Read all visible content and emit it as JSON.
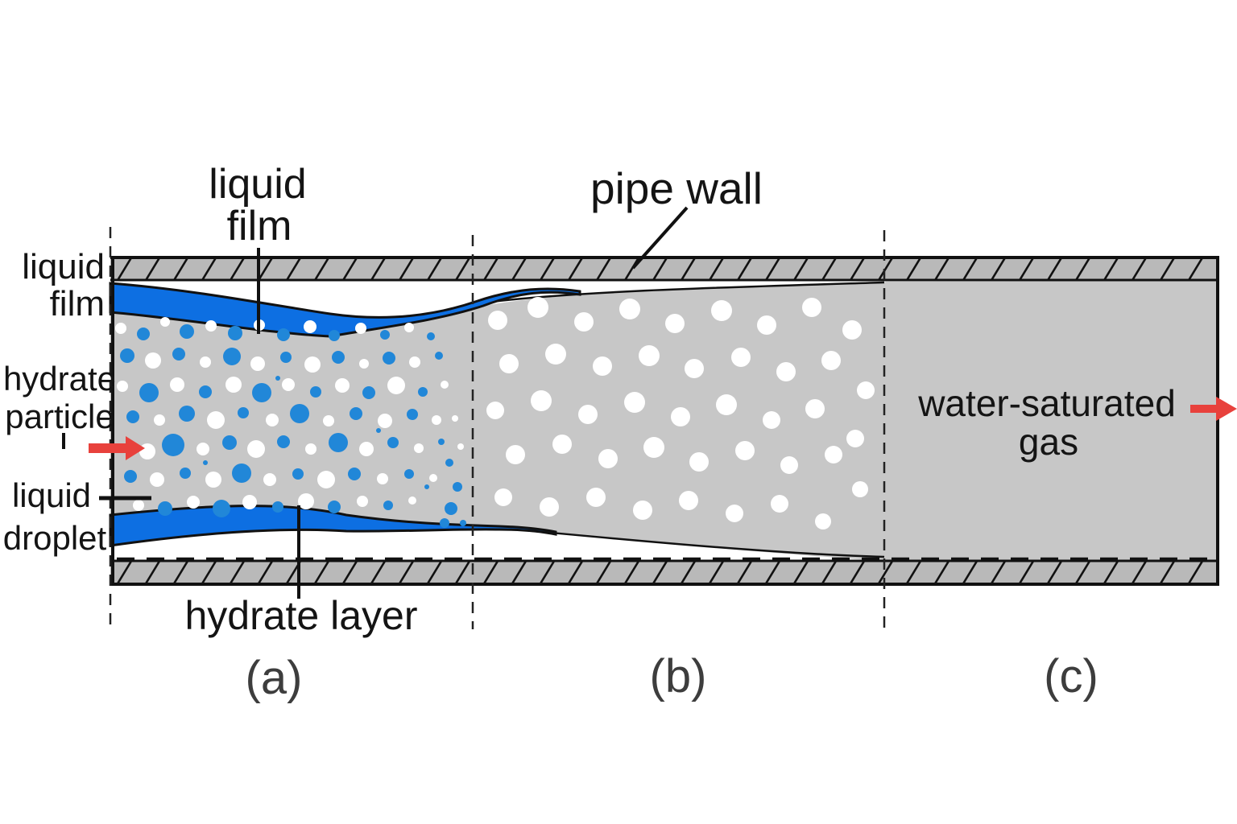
{
  "diagram": {
    "title_labels": {
      "liquid_film_top_1": "liquid",
      "liquid_film_top_2": "film",
      "pipe_wall": "pipe wall",
      "liquid_film_left_1": "liquid",
      "liquid_film_left_2": "film",
      "hydrate_particle_1": "hydrate",
      "hydrate_particle_2": "particle",
      "liquid_droplet_1": "liquid",
      "liquid_droplet_2": "droplet",
      "hydrate_layer": "hydrate layer",
      "water_saturated_gas_1": "water-saturated",
      "water_saturated_gas_2": "gas",
      "section_a": "(a)",
      "section_b": "(b)",
      "section_c": "(c)"
    },
    "colors": {
      "liquid_blue": "#0d6fe2",
      "particle_blue": "#2187d8",
      "droplet_white": "#ffffff",
      "gas_gray": "#c7c7c7",
      "wall_gray": "#b9b9b9",
      "arrow_red": "#e8413c",
      "outline_black": "#111111"
    },
    "particles_a": [
      [
        150,
        408,
        7,
        "w"
      ],
      [
        178,
        415,
        8,
        "b"
      ],
      [
        205,
        400,
        6,
        "w"
      ],
      [
        232,
        412,
        9,
        "b"
      ],
      [
        262,
        405,
        7,
        "w"
      ],
      [
        292,
        414,
        9,
        "b"
      ],
      [
        322,
        404,
        7,
        "w"
      ],
      [
        352,
        416,
        8,
        "b"
      ],
      [
        385,
        406,
        8,
        "w"
      ],
      [
        415,
        417,
        7,
        "b"
      ],
      [
        448,
        408,
        7,
        "w"
      ],
      [
        478,
        416,
        6,
        "b"
      ],
      [
        508,
        407,
        6,
        "w"
      ],
      [
        535,
        418,
        5,
        "b"
      ],
      [
        158,
        442,
        9,
        "b"
      ],
      [
        190,
        448,
        10,
        "w"
      ],
      [
        222,
        440,
        8,
        "b"
      ],
      [
        255,
        450,
        7,
        "w"
      ],
      [
        288,
        443,
        11,
        "b"
      ],
      [
        320,
        452,
        9,
        "w"
      ],
      [
        355,
        444,
        7,
        "b"
      ],
      [
        388,
        453,
        10,
        "w"
      ],
      [
        420,
        444,
        8,
        "b"
      ],
      [
        452,
        452,
        6,
        "w"
      ],
      [
        483,
        445,
        8,
        "b"
      ],
      [
        515,
        450,
        7,
        "w"
      ],
      [
        545,
        442,
        5,
        "b"
      ],
      [
        152,
        480,
        7,
        "w"
      ],
      [
        185,
        488,
        12,
        "b"
      ],
      [
        220,
        478,
        9,
        "w"
      ],
      [
        255,
        487,
        8,
        "b"
      ],
      [
        290,
        478,
        10,
        "w"
      ],
      [
        325,
        488,
        12,
        "b"
      ],
      [
        358,
        478,
        8,
        "w"
      ],
      [
        392,
        487,
        7,
        "b"
      ],
      [
        425,
        479,
        9,
        "w"
      ],
      [
        458,
        488,
        8,
        "b"
      ],
      [
        492,
        479,
        11,
        "w"
      ],
      [
        525,
        487,
        6,
        "b"
      ],
      [
        552,
        478,
        5,
        "w"
      ],
      [
        165,
        518,
        8,
        "b"
      ],
      [
        198,
        522,
        7,
        "w"
      ],
      [
        232,
        514,
        10,
        "b"
      ],
      [
        268,
        522,
        11,
        "w"
      ],
      [
        302,
        513,
        7,
        "b"
      ],
      [
        338,
        522,
        8,
        "w"
      ],
      [
        372,
        514,
        12,
        "b"
      ],
      [
        408,
        523,
        7,
        "w"
      ],
      [
        442,
        514,
        8,
        "b"
      ],
      [
        478,
        523,
        9,
        "w"
      ],
      [
        512,
        515,
        7,
        "b"
      ],
      [
        542,
        522,
        6,
        "w"
      ],
      [
        183,
        561,
        10,
        "w"
      ],
      [
        215,
        553,
        14,
        "b"
      ],
      [
        252,
        558,
        8,
        "w"
      ],
      [
        285,
        550,
        9,
        "b"
      ],
      [
        318,
        558,
        11,
        "w"
      ],
      [
        352,
        549,
        8,
        "b"
      ],
      [
        386,
        558,
        7,
        "w"
      ],
      [
        420,
        550,
        12,
        "b"
      ],
      [
        455,
        558,
        9,
        "w"
      ],
      [
        488,
        550,
        7,
        "b"
      ],
      [
        520,
        557,
        6,
        "w"
      ],
      [
        548,
        549,
        4,
        "b"
      ],
      [
        162,
        592,
        8,
        "b"
      ],
      [
        195,
        596,
        9,
        "w"
      ],
      [
        230,
        588,
        7,
        "b"
      ],
      [
        265,
        596,
        10,
        "w"
      ],
      [
        300,
        588,
        12,
        "b"
      ],
      [
        335,
        596,
        8,
        "w"
      ],
      [
        370,
        589,
        7,
        "b"
      ],
      [
        405,
        596,
        11,
        "w"
      ],
      [
        440,
        589,
        8,
        "b"
      ],
      [
        475,
        595,
        7,
        "w"
      ],
      [
        508,
        589,
        6,
        "b"
      ],
      [
        538,
        594,
        5,
        "w"
      ],
      [
        172,
        628,
        7,
        "w"
      ],
      [
        205,
        632,
        9,
        "b"
      ],
      [
        240,
        624,
        8,
        "w"
      ],
      [
        275,
        632,
        11,
        "b"
      ],
      [
        310,
        624,
        9,
        "w"
      ],
      [
        345,
        630,
        7,
        "b"
      ],
      [
        380,
        623,
        10,
        "w"
      ],
      [
        415,
        630,
        8,
        "b"
      ],
      [
        450,
        623,
        7,
        "w"
      ],
      [
        482,
        628,
        6,
        "b"
      ],
      [
        512,
        622,
        5,
        "w"
      ],
      [
        558,
        575,
        5,
        "b"
      ],
      [
        568,
        605,
        6,
        "b"
      ],
      [
        560,
        632,
        8,
        "b"
      ],
      [
        552,
        650,
        6,
        "b"
      ],
      [
        575,
        650,
        4,
        "b"
      ],
      [
        345,
        470,
        3,
        "b"
      ],
      [
        470,
        535,
        3,
        "b"
      ],
      [
        255,
        575,
        3,
        "b"
      ],
      [
        530,
        605,
        3,
        "b"
      ],
      [
        565,
        520,
        4,
        "w"
      ],
      [
        572,
        555,
        4,
        "w"
      ]
    ],
    "droplets_b": [
      [
        618,
        398,
        12
      ],
      [
        668,
        382,
        13
      ],
      [
        725,
        400,
        12
      ],
      [
        782,
        384,
        13
      ],
      [
        838,
        402,
        12
      ],
      [
        896,
        386,
        13
      ],
      [
        952,
        404,
        12
      ],
      [
        1008,
        382,
        12
      ],
      [
        1058,
        410,
        12
      ],
      [
        632,
        452,
        12
      ],
      [
        690,
        440,
        13
      ],
      [
        748,
        455,
        12
      ],
      [
        806,
        442,
        13
      ],
      [
        862,
        458,
        12
      ],
      [
        920,
        444,
        12
      ],
      [
        976,
        462,
        12
      ],
      [
        1032,
        448,
        12
      ],
      [
        1075,
        485,
        11
      ],
      [
        615,
        510,
        11
      ],
      [
        672,
        498,
        13
      ],
      [
        730,
        515,
        12
      ],
      [
        788,
        500,
        13
      ],
      [
        845,
        518,
        12
      ],
      [
        902,
        503,
        13
      ],
      [
        958,
        522,
        11
      ],
      [
        1012,
        508,
        12
      ],
      [
        1062,
        545,
        11
      ],
      [
        640,
        565,
        12
      ],
      [
        698,
        552,
        12
      ],
      [
        755,
        570,
        12
      ],
      [
        812,
        556,
        13
      ],
      [
        868,
        574,
        12
      ],
      [
        925,
        560,
        12
      ],
      [
        980,
        578,
        11
      ],
      [
        1035,
        565,
        11
      ],
      [
        625,
        618,
        11
      ],
      [
        682,
        630,
        12
      ],
      [
        740,
        618,
        12
      ],
      [
        798,
        634,
        12
      ],
      [
        855,
        622,
        12
      ],
      [
        912,
        638,
        11
      ],
      [
        968,
        626,
        11
      ],
      [
        1022,
        648,
        10
      ],
      [
        1068,
        608,
        10
      ]
    ]
  }
}
